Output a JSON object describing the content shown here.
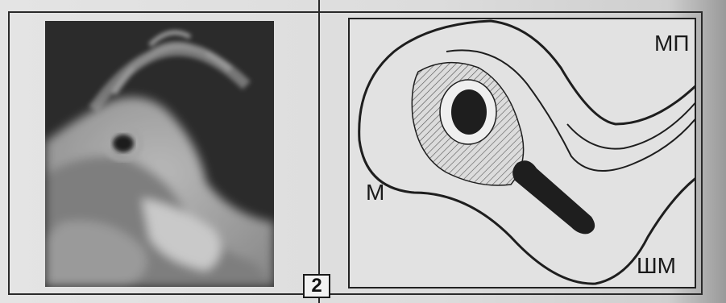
{
  "figure": {
    "panel_number": "2",
    "labels": {
      "mp": "МП",
      "m": "М",
      "shm": "ШМ"
    },
    "colors": {
      "outline": "#222222",
      "dark_structure": "#1e1e1e",
      "background": "#e2e2e2"
    }
  }
}
